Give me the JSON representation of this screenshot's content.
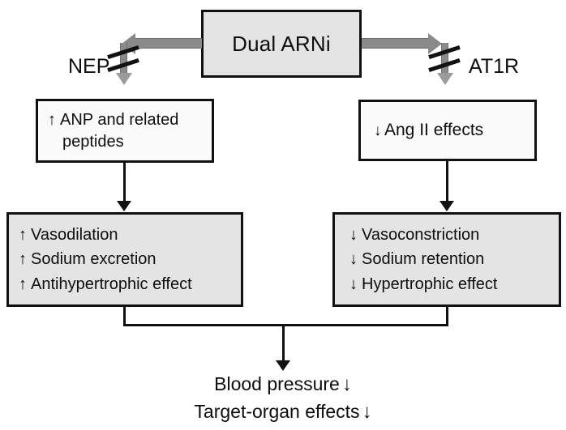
{
  "diagram": {
    "title": "Dual ARNi mechanism flowchart",
    "top_node": {
      "label": "Dual ARNi"
    },
    "receptors": {
      "left": {
        "label": "NEP",
        "relation": "inhibition"
      },
      "right": {
        "label": "AT1R",
        "relation": "inhibition"
      }
    },
    "mid_nodes": {
      "left": {
        "line1_arrow": "↑",
        "line1": "ANP and related",
        "line2": "peptides"
      },
      "right": {
        "arrow": "↓",
        "label": "Ang II effects"
      }
    },
    "effects": {
      "left": [
        {
          "arrow": "↑",
          "text": "Vasodilation"
        },
        {
          "arrow": "↑",
          "text": "Sodium excretion"
        },
        {
          "arrow": "↑",
          "text": "Antihypertrophic effect"
        }
      ],
      "right": [
        {
          "arrow": "↓",
          "text": "Vasoconstriction"
        },
        {
          "arrow": "↓",
          "text": "Sodium retention"
        },
        {
          "arrow": "↓",
          "text": "Hypertrophic effect"
        }
      ]
    },
    "outcome": [
      {
        "text": "Blood pressure",
        "arrow": "↓"
      },
      {
        "text": "Target-organ effects",
        "arrow": "↓"
      }
    ],
    "colors": {
      "box_fill_gray": "#e4e4e4",
      "box_fill_white": "#fbfbfb",
      "border": "#111111",
      "gray_arrow": "#8a8a8a",
      "background": "#ffffff"
    }
  }
}
